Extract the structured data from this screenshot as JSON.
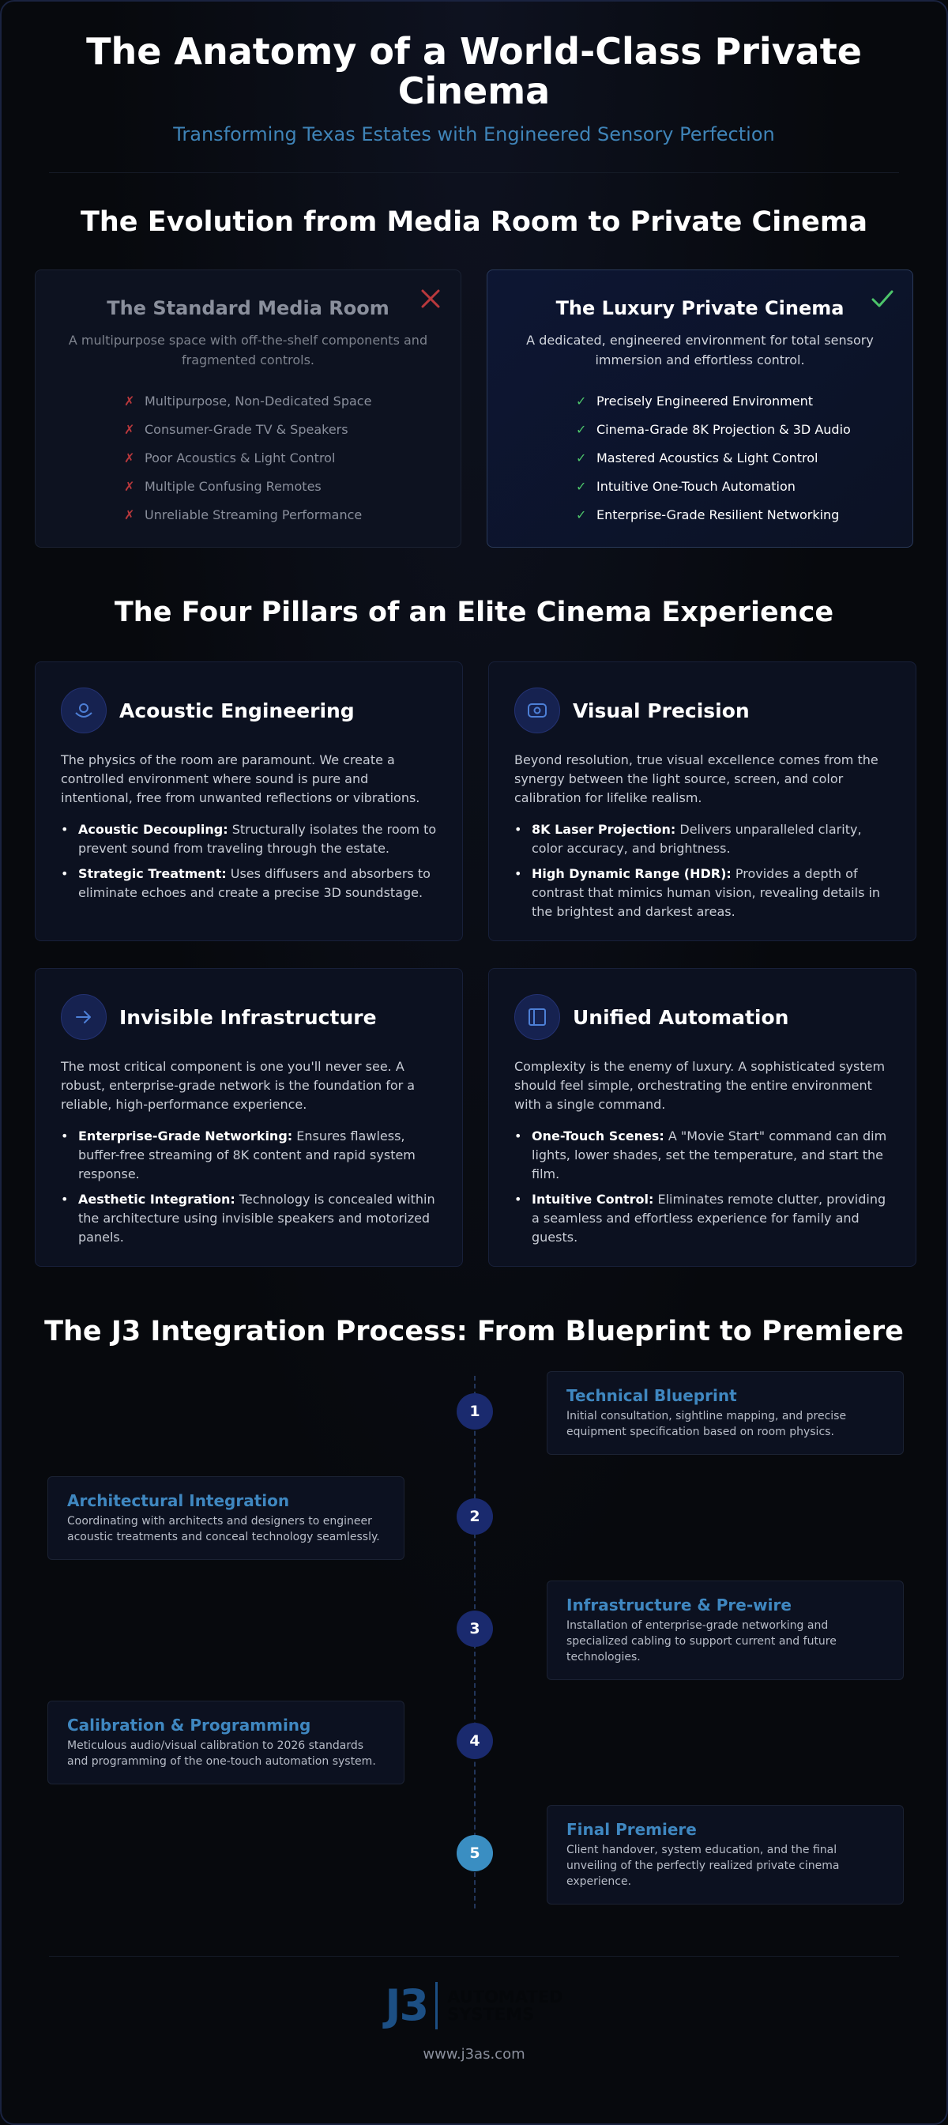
{
  "header": {
    "title": "The Anatomy of a World-Class Private Cinema",
    "subtitle": "Transforming Texas Estates with Engineered Sensory Perfection"
  },
  "evolution": {
    "heading": "The Evolution from Media Room to Private Cinema",
    "standard": {
      "title": "The Standard Media Room",
      "description": "A multipurpose space with off-the-shelf components and fragmented controls.",
      "mark_icon": "x-icon",
      "bullet": "✗",
      "items": [
        "Multipurpose, Non-Dedicated Space",
        "Consumer-Grade TV & Speakers",
        "Poor Acoustics & Light Control",
        "Multiple Confusing Remotes",
        "Unreliable Streaming Performance"
      ]
    },
    "luxury": {
      "title": "The Luxury Private Cinema",
      "description": "A dedicated, engineered environment for total sensory immersion and effortless control.",
      "mark_icon": "check-icon",
      "bullet": "✓",
      "items": [
        "Precisely Engineered Environment",
        "Cinema-Grade 8K Projection & 3D Audio",
        "Mastered Acoustics & Light Control",
        "Intuitive One-Touch Automation",
        "Enterprise-Grade Resilient Networking"
      ]
    }
  },
  "pillars": {
    "heading": "The Four Pillars of an Elite Cinema Experience",
    "items": [
      {
        "title": "Acoustic Engineering",
        "icon": "acoustic-icon",
        "text": "The physics of the room are paramount. We create a controlled environment where sound is pure and intentional, free from unwanted reflections or vibrations.",
        "points": [
          {
            "label": "Acoustic Decoupling:",
            "text": " Structurally isolates the room to prevent sound from traveling through the estate."
          },
          {
            "label": "Strategic Treatment:",
            "text": " Uses diffusers and absorbers to eliminate echoes and create a precise 3D soundstage."
          }
        ]
      },
      {
        "title": "Visual Precision",
        "icon": "projector-icon",
        "text": "Beyond resolution, true visual excellence comes from the synergy between the light source, screen, and color calibration for lifelike realism.",
        "points": [
          {
            "label": "8K Laser Projection:",
            "text": " Delivers unparalleled clarity, color accuracy, and brightness."
          },
          {
            "label": "High Dynamic Range (HDR):",
            "text": " Provides a depth of contrast that mimics human vision, revealing details in the brightest and darkest areas."
          }
        ]
      },
      {
        "title": "Invisible Infrastructure",
        "icon": "arrow-right-icon",
        "text": "The most critical component is one you'll never see. A robust, enterprise-grade network is the foundation for a reliable, high-performance experience.",
        "points": [
          {
            "label": "Enterprise-Grade Networking:",
            "text": " Ensures flawless, buffer-free streaming of 8K content and rapid system response."
          },
          {
            "label": "Aesthetic Integration:",
            "text": " Technology is concealed within the architecture using invisible speakers and motorized panels."
          }
        ]
      },
      {
        "title": "Unified Automation",
        "icon": "panel-icon",
        "text": "Complexity is the enemy of luxury. A sophisticated system should feel simple, orchestrating the entire environment with a single command.",
        "points": [
          {
            "label": "One-Touch Scenes:",
            "text": " A \"Movie Start\" command can dim lights, lower shades, set the temperature, and start the film."
          },
          {
            "label": "Intuitive Control:",
            "text": " Eliminates remote clutter, providing a seamless and effortless experience for family and guests."
          }
        ]
      }
    ]
  },
  "process": {
    "heading": "The J3 Integration Process: From Blueprint to Premiere",
    "steps": [
      {
        "number": "1",
        "title": "Technical Blueprint",
        "desc": "Initial consultation, sightline mapping, and precise equipment specification based on room physics."
      },
      {
        "number": "2",
        "title": "Architectural Integration",
        "desc": "Coordinating with architects and designers to engineer acoustic treatments and conceal technology seamlessly."
      },
      {
        "number": "3",
        "title": "Infrastructure & Pre-wire",
        "desc": "Installation of enterprise-grade networking and specialized cabling to support current and future technologies."
      },
      {
        "number": "4",
        "title": "Calibration & Programming",
        "desc": "Meticulous audio/visual calibration to 2026 standards and programming of the one-touch automation system."
      },
      {
        "number": "5",
        "title": "Final Premiere",
        "desc": "Client handover, system education, and the final unveiling of the perfectly realized private cinema experience."
      }
    ]
  },
  "footer": {
    "logo_mark": "J3",
    "logo_line1": "AUTOMATED",
    "logo_line2": "SYSTEMS",
    "url": "www.j3as.com"
  },
  "colors": {
    "accent": "#3f87c0",
    "step_dot": "#1a2a6e",
    "final_dot": "#3a8ec2",
    "negative": "#b8383c",
    "positive": "#4cc46a"
  }
}
